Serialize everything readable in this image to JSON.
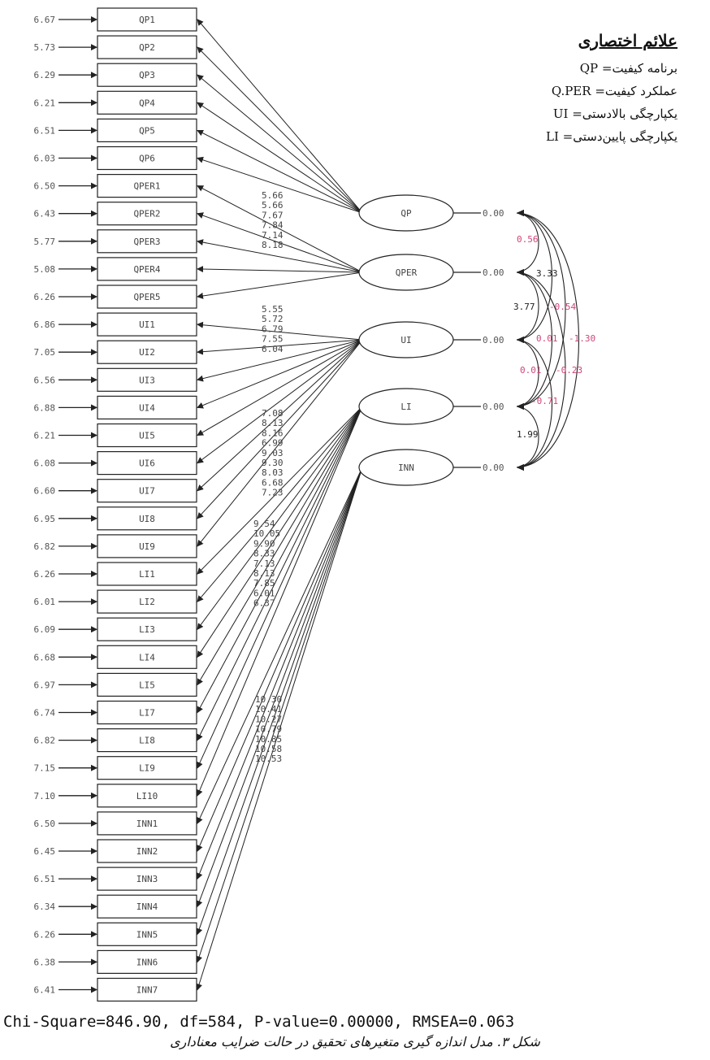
{
  "diagram": {
    "indicators": [
      {
        "name": "QP1",
        "error": "6.67",
        "factor": "QP"
      },
      {
        "name": "QP2",
        "error": "5.73",
        "factor": "QP"
      },
      {
        "name": "QP3",
        "error": "6.29",
        "factor": "QP"
      },
      {
        "name": "QP4",
        "error": "6.21",
        "factor": "QP"
      },
      {
        "name": "QP5",
        "error": "6.51",
        "factor": "QP"
      },
      {
        "name": "QP6",
        "error": "6.03",
        "factor": "QP"
      },
      {
        "name": "QPER1",
        "error": "6.50",
        "factor": "QPER"
      },
      {
        "name": "QPER2",
        "error": "6.43",
        "factor": "QPER"
      },
      {
        "name": "QPER3",
        "error": "5.77",
        "factor": "QPER"
      },
      {
        "name": "QPER4",
        "error": "5.08",
        "factor": "QPER"
      },
      {
        "name": "QPER5",
        "error": "6.26",
        "factor": "QPER"
      },
      {
        "name": "UI1",
        "error": "6.86",
        "factor": "UI"
      },
      {
        "name": "UI2",
        "error": "7.05",
        "factor": "UI"
      },
      {
        "name": "UI3",
        "error": "6.56",
        "factor": "UI"
      },
      {
        "name": "UI4",
        "error": "6.88",
        "factor": "UI"
      },
      {
        "name": "UI5",
        "error": "6.21",
        "factor": "UI"
      },
      {
        "name": "UI6",
        "error": "6.08",
        "factor": "UI"
      },
      {
        "name": "UI7",
        "error": "6.60",
        "factor": "UI"
      },
      {
        "name": "UI8",
        "error": "6.95",
        "factor": "UI"
      },
      {
        "name": "UI9",
        "error": "6.82",
        "factor": "UI"
      },
      {
        "name": "LI1",
        "error": "6.26",
        "factor": "LI"
      },
      {
        "name": "LI2",
        "error": "6.01",
        "factor": "LI"
      },
      {
        "name": "LI3",
        "error": "6.09",
        "factor": "LI"
      },
      {
        "name": "LI4",
        "error": "6.68",
        "factor": "LI"
      },
      {
        "name": "LI5",
        "error": "6.97",
        "factor": "LI"
      },
      {
        "name": "LI7",
        "error": "6.74",
        "factor": "LI"
      },
      {
        "name": "LI8",
        "error": "6.82",
        "factor": "LI"
      },
      {
        "name": "LI9",
        "error": "7.15",
        "factor": "LI"
      },
      {
        "name": "LI10",
        "error": "7.10",
        "factor": "LI"
      },
      {
        "name": "INN1",
        "error": "6.50",
        "factor": "INN"
      },
      {
        "name": "INN2",
        "error": "6.45",
        "factor": "INN"
      },
      {
        "name": "INN3",
        "error": "6.51",
        "factor": "INN"
      },
      {
        "name": "INN4",
        "error": "6.34",
        "factor": "INN"
      },
      {
        "name": "INN5",
        "error": "6.26",
        "factor": "INN"
      },
      {
        "name": "INN6",
        "error": "6.38",
        "factor": "INN"
      },
      {
        "name": "INN7",
        "error": "6.41",
        "factor": "INN"
      }
    ],
    "latents": [
      {
        "name": "QP",
        "variance": "0.00"
      },
      {
        "name": "QPER",
        "variance": "0.00"
      },
      {
        "name": "UI",
        "variance": "0.00"
      },
      {
        "name": "LI",
        "variance": "0.00"
      },
      {
        "name": "INN",
        "variance": "0.00"
      }
    ],
    "loading_groups": [
      {
        "factor": "QP",
        "values": [
          "5.66",
          "5.66",
          "7.67",
          "7.84",
          "7.14",
          "8.18"
        ]
      },
      {
        "factor": "QPER",
        "values": [
          "5.55",
          "5.72",
          "6.79",
          "7.55",
          "6.04"
        ]
      },
      {
        "factor": "UI",
        "values": [
          "7.08",
          "8.13",
          "8.16",
          "6.99",
          "9.03",
          "9.30",
          "8.03",
          "6.68",
          "7.23"
        ]
      },
      {
        "factor": "LI",
        "values": [
          "9.54",
          "10.05",
          "9.90",
          "8.33",
          "7.13",
          "8.13",
          "7.85",
          "6.01",
          "6.37"
        ]
      },
      {
        "factor": "INN",
        "values": [
          "10.30",
          "10.41",
          "10.27",
          "10.79",
          "10.85",
          "10.58",
          "10.53"
        ]
      }
    ],
    "covariances": [
      {
        "text": "0.56",
        "color": "#d0457a"
      },
      {
        "text": "3.33",
        "color": "#222222"
      },
      {
        "text": "3.77",
        "color": "#222222"
      },
      {
        "text": "-0.54",
        "color": "#d0457a"
      },
      {
        "text": "0.01",
        "color": "#d0457a"
      },
      {
        "text": "-1.30",
        "color": "#d0457a"
      },
      {
        "text": "0.01",
        "color": "#d0457a"
      },
      {
        "text": "-0.23",
        "color": "#d0457a"
      },
      {
        "text": "-0.71",
        "color": "#d0457a"
      },
      {
        "text": "1.99",
        "color": "#222222"
      }
    ]
  },
  "legend": {
    "title": "علائم اختصاری",
    "items": [
      "برنامه کیفیت= QP",
      "عملکرد کیفیت= Q.PER",
      "یکپارچگی بالادستی= UI",
      "یکپارچگی پایین‌دستی= LI"
    ]
  },
  "fit_line": "Chi-Square=846.90, df=584, P-value=0.00000, RMSEA=0.063",
  "caption": "شکل ۳. مدل اندازه گیری متغیرهای تحقیق در حالت ضرایب معناداری",
  "colors": {
    "line": "#222222",
    "negative": "#d0457a"
  }
}
